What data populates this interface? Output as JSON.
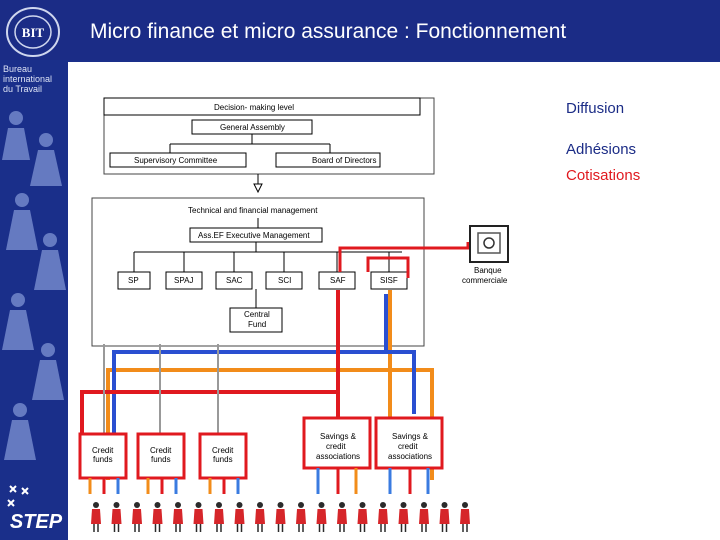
{
  "title": "Micro finance et micro assurance : Fonctionnement",
  "logo": {
    "text": "BIT",
    "org_lines": [
      "Bureau",
      "international",
      "du Travail"
    ]
  },
  "step_logo": {
    "text": "STEP"
  },
  "side_labels": {
    "diffusion": "Diffusion",
    "adhesions": "Adhésions",
    "cotisations": "Cotisations"
  },
  "diagram": {
    "decision_level": "Decision- making level",
    "general_assembly": "General Assembly",
    "supervisory": "Supervisory Committee",
    "board": "Board of Directors",
    "technical": "Technical and financial management",
    "executive": "Ass.EF Executive Management",
    "units": [
      "SP",
      "SPAJ",
      "SAC",
      "SCI",
      "SAF",
      "SISF"
    ],
    "central_fund": [
      "Central",
      "Fund"
    ],
    "bank": [
      "Banque",
      "commerciale"
    ],
    "credit_funds": [
      [
        "Credit",
        "funds"
      ],
      [
        "Credit",
        "funds"
      ],
      [
        "Credit",
        "funds"
      ]
    ],
    "savings": [
      [
        "Savings &",
        "credit",
        "associations"
      ],
      [
        "Savings &",
        "credit",
        "associations"
      ]
    ]
  },
  "colors": {
    "background": "#1a2f8a",
    "red": "#e0191f",
    "blue": "#2a4fd1",
    "orange": "#f28c1a",
    "light_blue": "#3a7be0"
  },
  "icons": [
    "bit-logo-icon",
    "step-logo-icon",
    "safe-icon",
    "person-icon"
  ]
}
